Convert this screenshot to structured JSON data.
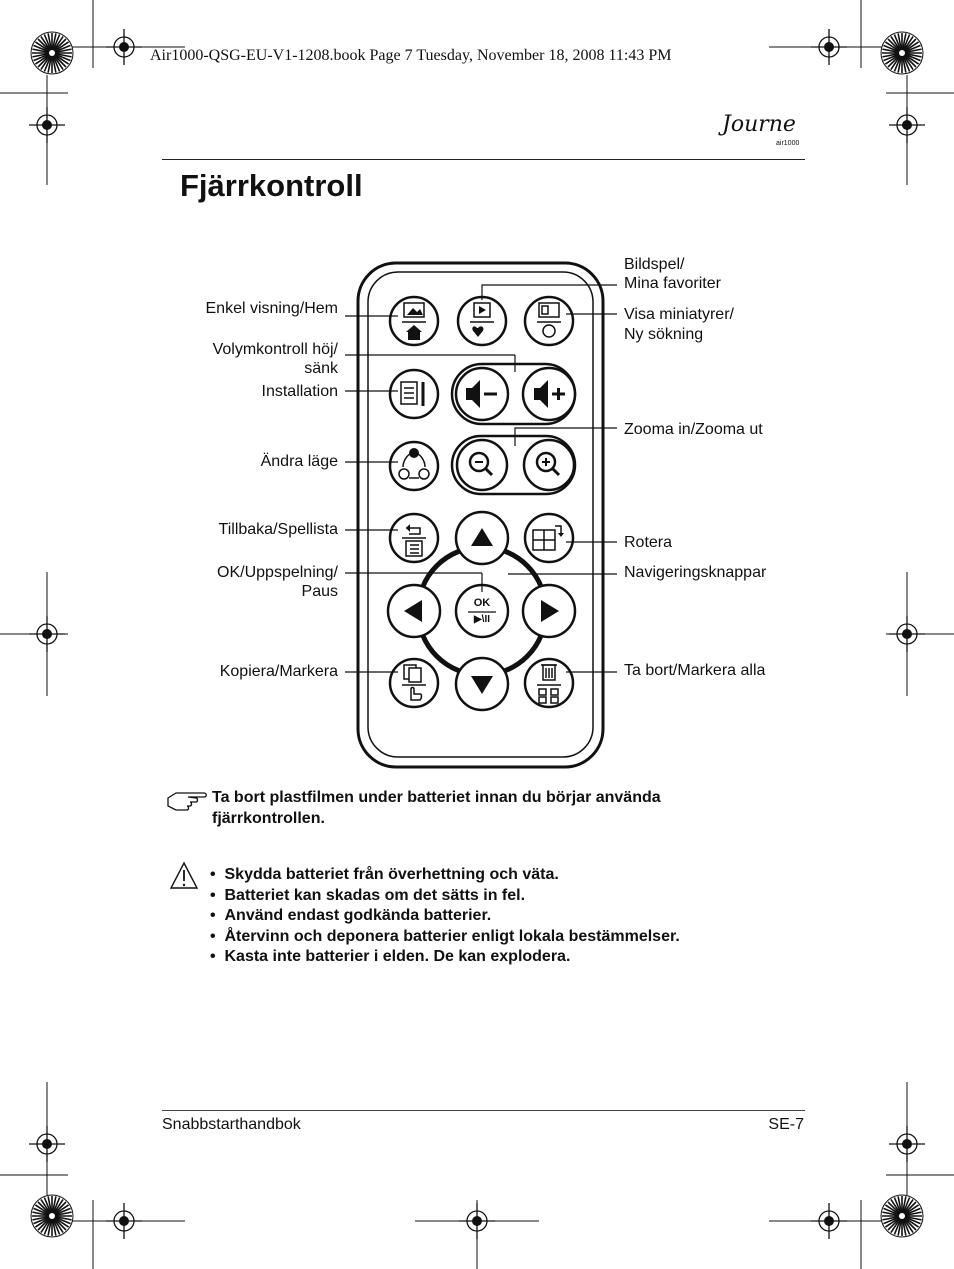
{
  "print_header": "Air1000-QSG-EU-V1-1208.book  Page 7  Tuesday, November 18, 2008  11:43 PM",
  "brand": {
    "logo_text": "Journe",
    "model_text": "air1000"
  },
  "page_title": "Fjärrkontroll",
  "labels": {
    "enkel": "Enkel visning/Hem",
    "volym_1": "Volymkontroll höj/",
    "volym_2": "sänk",
    "installation": "Installation",
    "andra": "Ändra läge",
    "tillbaka": "Tillbaka/Spellista",
    "ok_1": "OK/Uppspelning/",
    "ok_2": "Paus",
    "kopiera": "Kopiera/Markera",
    "bildspel_1": "Bildspel/",
    "bildspel_2": "Mina favoriter",
    "visa_1": "Visa miniatyrer/",
    "visa_2": "Ny sökning",
    "zooma": "Zooma in/Zooma ut",
    "rotera": "Rotera",
    "navigering": "Navigeringsknappar",
    "tabort": "Ta bort/Markera alla"
  },
  "remote": {
    "ok_text": "OK",
    "playpause_text": "▶\\II"
  },
  "note": "Ta bort plastfilmen under batteriet innan du börjar använda fjärrkontrollen.",
  "warnings": [
    "Skydda batteriet från överhettning och väta.",
    "Batteriet kan skadas om det sätts in fel.",
    "Använd endast godkända batterier.",
    "Återvinn och deponera batterier enligt lokala bestämmelser.",
    "Kasta inte batterier i elden. De kan explodera."
  ],
  "footer": {
    "left": "Snabbstarthandbok",
    "right": "SE-7"
  }
}
